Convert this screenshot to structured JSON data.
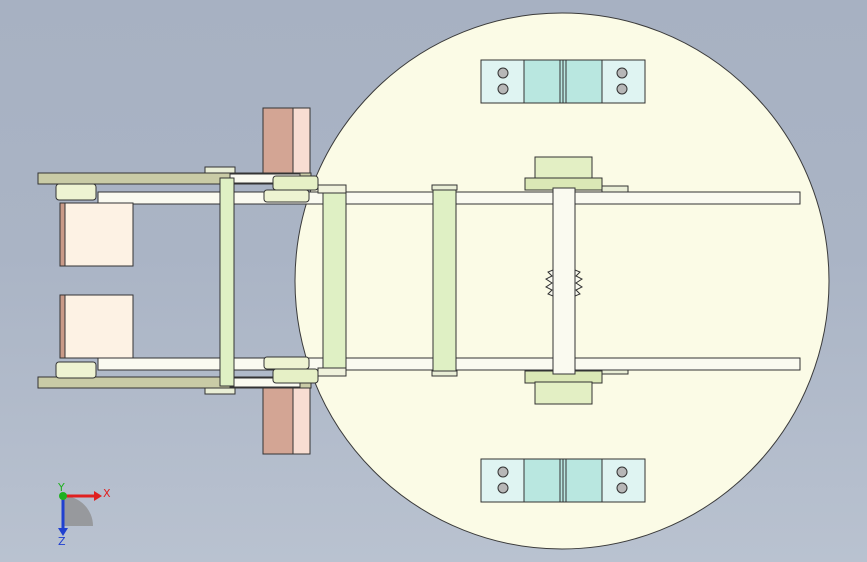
{
  "viewport": {
    "background_top": "#a7b1c2",
    "background_bottom": "#b9c2d0"
  },
  "triad": {
    "x_label": "X",
    "y_label": "Y",
    "z_label": "Z",
    "x_color": "#e02020",
    "y_color": "#20b020",
    "z_color": "#2040d0"
  },
  "model": {
    "base_plate_color": "#fbfbe6",
    "clamp_color": "#c9ece8",
    "bar_color": "#fafaf0",
    "crossbar_color": "#dff0c4",
    "pulley_color": "#e8f2c8",
    "block_color": "#fdf2e4",
    "side_block_color": "#d6a896",
    "frame_color": "#c7c9a4"
  }
}
